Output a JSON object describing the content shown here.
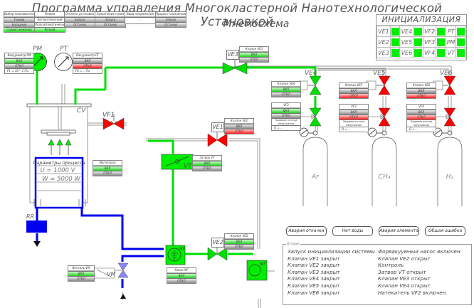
{
  "header": {
    "title": "Программа управления Многокластерной Нанотехнологической Установкой",
    "subtitle": "Мнемосхема"
  },
  "controls": [
    {
      "title": "Выбор пользователя",
      "buttons": [
        {
          "label": "Техник",
          "state": "gray"
        },
        {
          "label": "Наладчик",
          "state": "gray"
        },
        {
          "label": "Сервис-инженер",
          "state": "green"
        }
      ]
    },
    {
      "title": "Режим",
      "buttons": [
        {
          "label": "Автоматический",
          "state": "white"
        },
        {
          "label": "Полуавтоматический",
          "state": "white"
        },
        {
          "label": "Ручной",
          "state": "green"
        }
      ]
    },
    {
      "title": "Откачка установки",
      "buttons": [
        {
          "label": "Запуск",
          "state": "gray"
        },
        {
          "label": "Останов",
          "state": "gray"
        }
      ]
    },
    {
      "title": "Заполнение газом",
      "buttons": [
        {
          "label": "Запуск",
          "state": "gray"
        },
        {
          "label": "Останов",
          "state": "gray"
        }
      ]
    },
    {
      "title": "Ввод напряжения",
      "buttons": [
        {
          "label": "..",
          "state": "white"
        }
      ]
    },
    {
      "title": "Процесс напыления",
      "buttons": [
        {
          "label": "Запуск",
          "state": "gray"
        },
        {
          "label": "Останов",
          "state": "gray"
        }
      ]
    }
  ],
  "init_panel": {
    "title": "ИНИЦИАЛИЗАЦИЯ",
    "rows": [
      [
        {
          "label": "VE1",
          "ok": true
        },
        {
          "label": "VE4",
          "ok": true
        },
        {
          "label": "VF2",
          "ok": true
        },
        {
          "label": "PT",
          "ok": true
        }
      ],
      [
        {
          "label": "VE2",
          "ok": true
        },
        {
          "label": "VE5",
          "ok": true
        },
        {
          "label": "VF3",
          "ok": true
        },
        {
          "label": "PM",
          "ok": true
        }
      ],
      [
        {
          "label": "VE3",
          "ok": true
        },
        {
          "label": "VE6",
          "ok": true
        },
        {
          "label": "VF4",
          "ok": true
        },
        {
          "label": "VT",
          "ok": true
        }
      ]
    ],
    "ok_color": "#00ee00"
  },
  "gauges": {
    "pm": {
      "label": "PM",
      "title": "Вакуумметр PM",
      "on": "ВКЛ",
      "off": "ОТКЛ",
      "value": "P1 = 10^-1 Па",
      "state": "on"
    },
    "pt": {
      "label": "PT",
      "title": "Вакуумметр PT",
      "on": "ВКЛ",
      "off": "ОТКЛ",
      "value": "P2 = .. Па",
      "state": "off"
    }
  },
  "chamber": {
    "label": "CV"
  },
  "valves": {
    "ve1": {
      "label": "VE1",
      "title": "Клапан VE1",
      "on": "ВКЛ",
      "off": "ОТКЛ",
      "state": "closed"
    },
    "ve2": {
      "label": "VE2",
      "title": "Клапан VE2",
      "on": "ВКЛ",
      "off": "ОТКЛ",
      "state": "open"
    },
    "ve3": {
      "label": "VE3",
      "title": "Клапан VE3",
      "on": "ВКЛ",
      "off": "ОТКЛ",
      "state": "open"
    },
    "ve4": {
      "label": "VE4",
      "title": "Клапан VE4",
      "on": "ВКЛ",
      "off": "ОТКЛ",
      "state": "open"
    },
    "ve5": {
      "label": "VE5",
      "title": "Клапан VE5",
      "on": "ВКЛ",
      "off": "ОТКЛ",
      "state": "closed"
    },
    "ve6": {
      "label": "VE6",
      "title": "Клапан VE6",
      "on": "ВКЛ",
      "off": "ОТКЛ",
      "state": "closed"
    },
    "vf1": {
      "label": "VF1",
      "state": "closed"
    },
    "vm": {
      "label": "VM",
      "title": "Вентиль VM",
      "on": "ВКЛ",
      "off": "ОТКЛ",
      "state": "on"
    },
    "vt": {
      "label": "VT",
      "title": "Затвор VT",
      "on": "ВКЛ",
      "off": "ОТКЛ",
      "state": "open"
    }
  },
  "leak_valves": {
    "vf2": {
      "title": "VF2",
      "on": "ВКЛ",
      "off": "ОТКЛ",
      "setpoint_label": "Задание потока напускания",
      "value": "Q = ..",
      "state": "on"
    },
    "vf3": {
      "title": "VF3",
      "on": "ВКЛ",
      "off": "ОТКЛ",
      "setpoint_label": "Задание потока напускания",
      "value": "Q = ..",
      "state": "off"
    },
    "vf4": {
      "title": "VF4",
      "on": "ВКЛ",
      "off": "ОТКЛ",
      "setpoint_label": "Задание потока напускания",
      "value": "Q = ..",
      "state": "off"
    }
  },
  "cylinders": [
    {
      "gas": "Ar"
    },
    {
      "gas": "CH₄"
    },
    {
      "gas": "H₂"
    }
  ],
  "magnetron": {
    "title": "Магнетрон",
    "on": "ВКЛ",
    "off": "ОТКЛ"
  },
  "pump_nf": {
    "label": "NF",
    "title": "Насос NF",
    "on": "ВКЛ",
    "off": "ОТКЛ",
    "state": "on"
  },
  "pump_nt": {
    "label": "NT"
  },
  "rr": {
    "label": "RR"
  },
  "process_params": {
    "title": "Параметры процесса",
    "u": "U = 1000 V",
    "w": "W = 5000 W"
  },
  "alarms": [
    "Авария откачки",
    "Нет воды",
    "Авария элемента",
    "Общая ошибка"
  ],
  "log": {
    "title": "История",
    "col1": [
      "Запуск инициализации системы",
      "Клапан VE1 закрыт",
      "Клапан VE2 закрыт",
      "Клапан VE3 закрыт",
      "Клапан VE4 закрыт",
      "Клапан VE5 закрыт",
      "Клапан VE6 закрыт"
    ],
    "col2": [
      "Форвакуумный насос включен",
      "Клапан VE2 открыт",
      "Контроль",
      "Затвор VT открыт",
      "Клапан VE3 открыт",
      "Клапан VE4 открыт",
      "Натекатель VF2 включен."
    ]
  },
  "colors": {
    "active": "#00ee00",
    "closed": "#ff0000",
    "forevac": "#0000ee",
    "manual": "#8888ff"
  }
}
